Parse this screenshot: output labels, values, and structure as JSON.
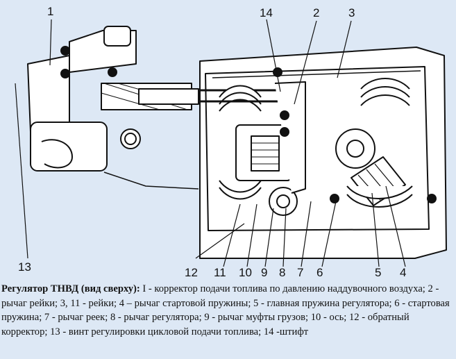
{
  "figure": {
    "callouts": [
      "1",
      "2",
      "3",
      "4",
      "5",
      "6",
      "7",
      "8",
      "9",
      "10",
      "11",
      "12",
      "13",
      "14"
    ]
  },
  "caption": {
    "title": "Регулятор ТНВД (вид сверху):",
    "text": " I - корректор подачи топлива по давлению наддувочного воздуха; 2 - рычаг рейки; 3, 11 - рейки; 4 – рычаг стартовой пружины; 5 - главная пружина регулятора; 6 - стартовая пружина; 7 - рычаг реек; 8 - рычаг регулятора; 9 - рычаг муфты грузов; 10 - ось; 12 - обратный корректор; 13 - винт регулировки цикловой подачи топлива; 14 -штифт"
  },
  "colors": {
    "background": "#dde8f5",
    "ink": "#111111",
    "fill": "#ffffff"
  }
}
